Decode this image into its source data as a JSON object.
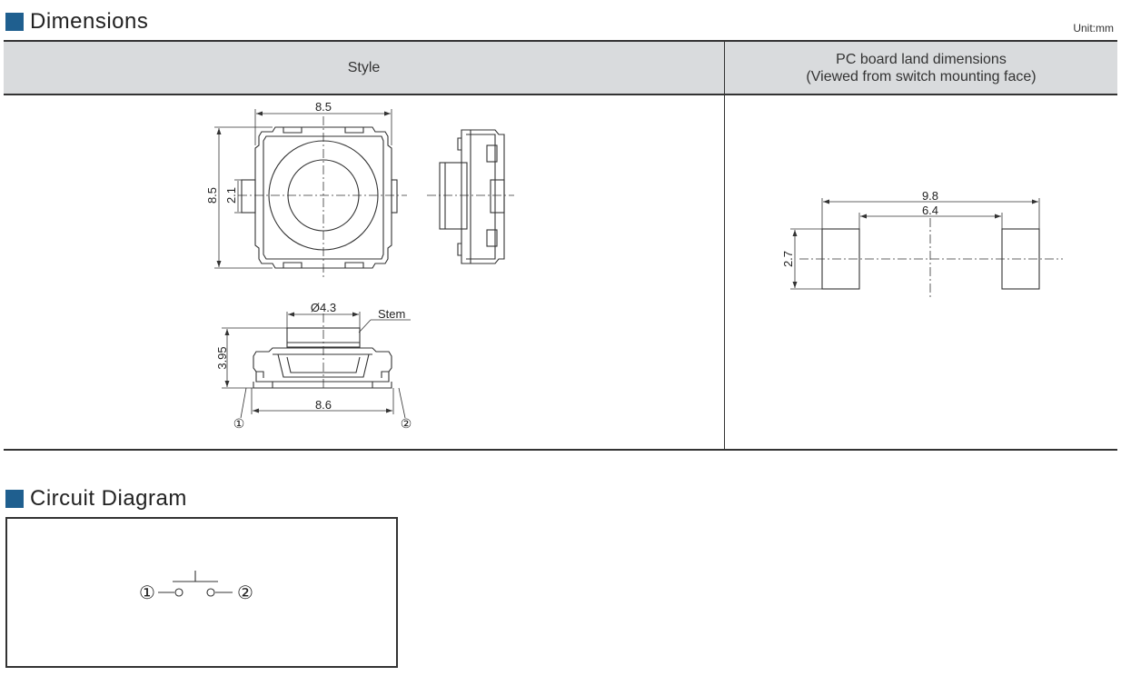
{
  "dimensions_section": {
    "title": "Dimensions",
    "unit": "Unit:mm",
    "table": {
      "col_style": "Style",
      "col_pcb_line1": "PC board land dimensions",
      "col_pcb_line2": "(Viewed from switch mounting face)"
    },
    "top_view": {
      "width": "8.5",
      "height": "8.5",
      "tab": "2.1"
    },
    "side_view": {
      "diameter": "Ø4.3",
      "stem": "Stem",
      "height": "3.95",
      "width": "8.6",
      "term1": "①",
      "term2": "②"
    },
    "pcb_land": {
      "outer": "9.8",
      "inner": "6.4",
      "pad_height": "2.7"
    }
  },
  "circuit_section": {
    "title": "Circuit Diagram",
    "term1": "①",
    "term2": "②"
  },
  "colors": {
    "accent": "#1f5f8f",
    "header_bg": "#d9dbdd",
    "line": "#333333"
  }
}
